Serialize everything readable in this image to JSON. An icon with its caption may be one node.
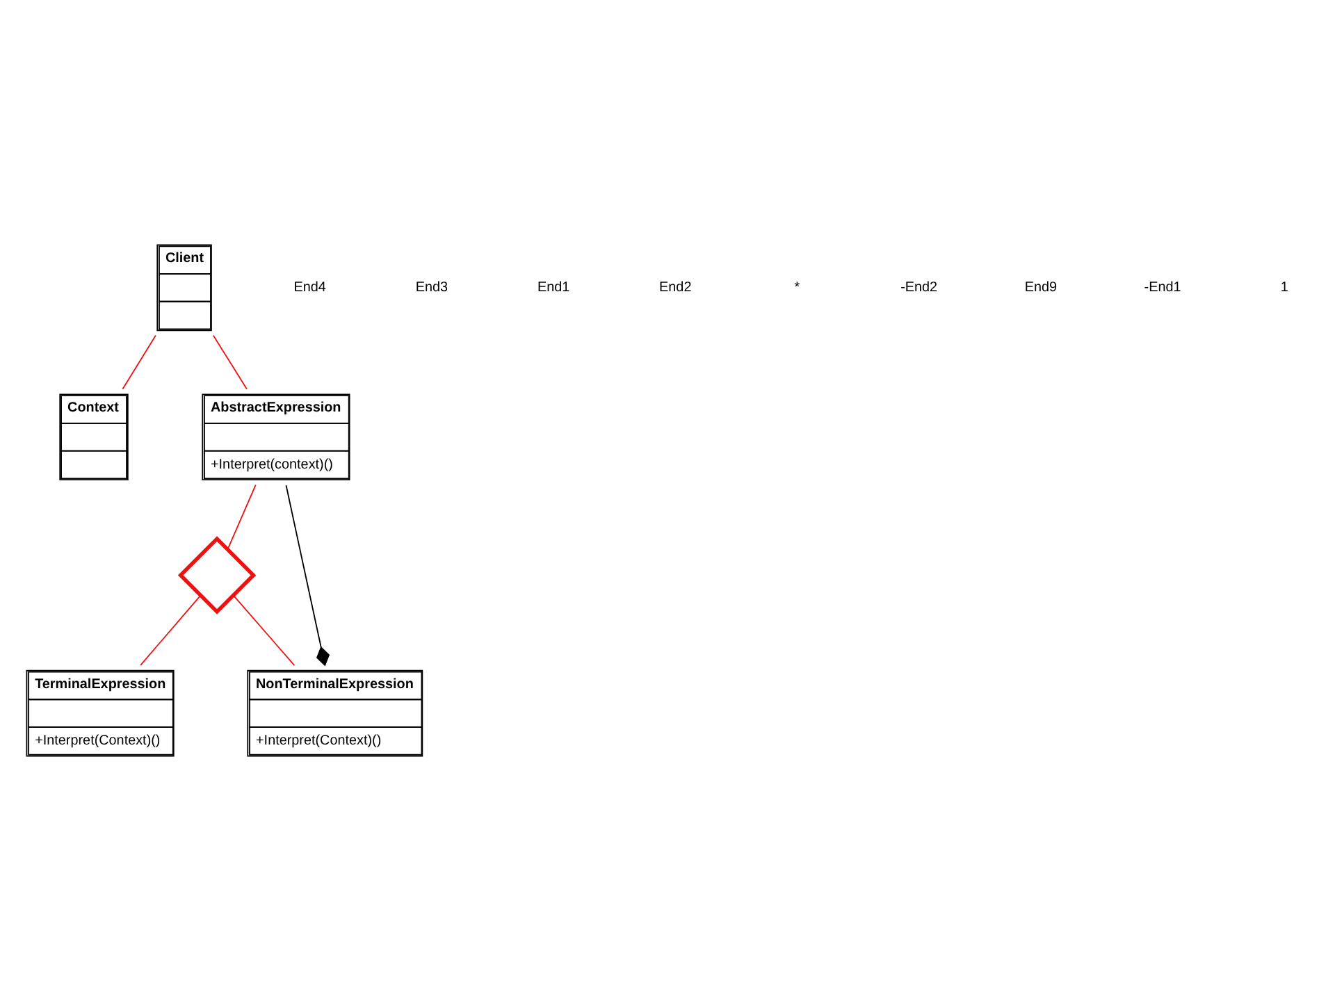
{
  "diagram": {
    "nodes": [
      {
        "text": [
          "Context"
        ]
      },
      {
        "text": [
          "Client"
        ]
      },
      {
        "text": [
          "AbstractExpression",
          "+Interpret(context)()"
        ]
      },
      {
        "text": [],
        "shape": "diamond"
      },
      {
        "text": [
          "TerminalExpression",
          "+Interpret(Context)()"
        ]
      },
      {
        "text": [
          "NonTerminalExpression",
          "+Interpret(Context)()"
        ]
      }
    ],
    "edges": [
      {
        "from": 1,
        "to": 0,
        "arrow": "none"
      },
      {
        "from": 1,
        "to": 2,
        "arrow": "none"
      },
      {
        "from": 2,
        "to": 3,
        "arrow": "none"
      },
      {
        "from": 3,
        "to": 4,
        "arrow": "none"
      },
      {
        "from": 3,
        "to": 5,
        "arrow": "none"
      },
      {
        "from": 5,
        "to": 2,
        "arrow": "other",
        "color": "#000000"
      }
    ],
    "labels": [
      "End4",
      "End3",
      "End1",
      "End2",
      "*",
      "-End2",
      "End9",
      "-End1",
      "1"
    ]
  }
}
